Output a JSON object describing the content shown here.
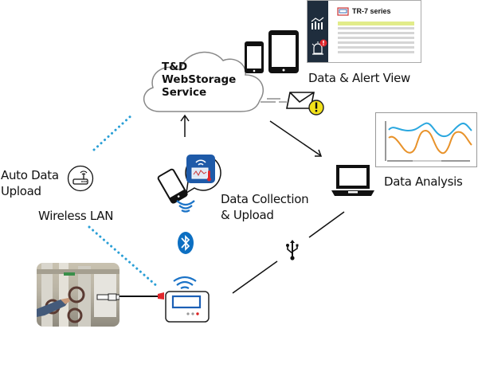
{
  "cloud": {
    "line1": "T&D",
    "line2": "WebStorage",
    "line3": "Service"
  },
  "labels": {
    "data_alert_view": "Data & Alert View",
    "data_analysis": "Data Analysis",
    "data_collection_line1": "Data Collection",
    "data_collection_line2": "& Upload",
    "auto_upload_line1": "Auto Data",
    "auto_upload_line2": "Upload",
    "wireless_lan": "Wireless LAN"
  },
  "web_panel": {
    "title": "TR-7 series",
    "sidebar_icons": [
      "chart-icon",
      "alert-siren-icon"
    ]
  },
  "colors": {
    "panel_dark": "#1f2d3d",
    "highlight_row": "#e2ec8a",
    "stripe_row": "#d5d5d5",
    "wifi_blue": "#1b73c7",
    "bluetooth_blue": "#0c6fc2",
    "dotted_link": "#2a9fd6",
    "series_blue": "#2aa7df",
    "series_orange": "#e8922a",
    "alert_red": "#e0262b",
    "alert_yellow": "#f3e21a"
  }
}
